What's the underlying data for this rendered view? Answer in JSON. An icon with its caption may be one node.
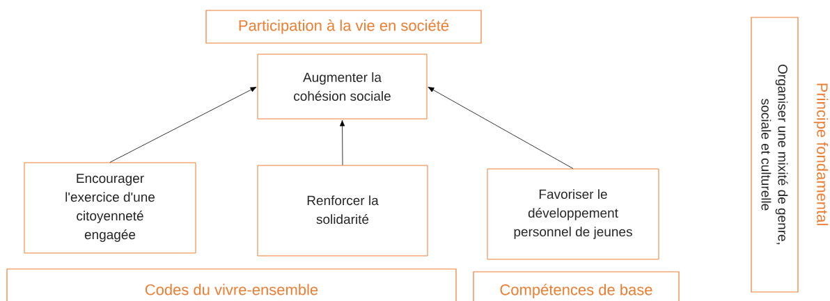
{
  "diagram": {
    "nodes": [
      {
        "text": [
          "Participation à la vie en société"
        ]
      },
      {
        "text": [
          "Augmenter la cohésion sociale"
        ]
      },
      {
        "text": [
          "Encourager l'exercice d'une citoyenneté engagée"
        ]
      },
      {
        "text": [
          "Renforcer la solidarité"
        ]
      },
      {
        "text": [
          "Favoriser le développement personnel de jeunes"
        ]
      },
      {
        "text": [
          "Codes du vivre-ensemble"
        ]
      },
      {
        "text": [
          "Compétences de base"
        ]
      },
      {
        "text": [
          "Organiser une mixité de genre, sociale et culturelle",
          "Principe fondamental"
        ]
      }
    ],
    "edges": [
      {
        "from": 2,
        "to": 1,
        "arrow": "to"
      },
      {
        "from": 3,
        "to": 1,
        "arrow": "to"
      },
      {
        "from": 4,
        "to": 1,
        "arrow": "to"
      }
    ]
  }
}
